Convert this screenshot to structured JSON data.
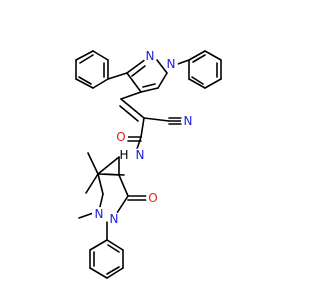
{
  "molecule": {
    "atom_labels": {
      "pyrazole_n2": "N",
      "pyrazole_n1": "N",
      "nitrile_n": "N",
      "carbonyl_o": "O",
      "amide_nh": "N",
      "amide_h": "H",
      "ring_n_methyl": "N",
      "ring_n_phenyl": "N",
      "ring_carbonyl_o": "O"
    },
    "colors": {
      "bond": "#000000",
      "nitrogen": "#2020e0",
      "oxygen": "#e02020",
      "hydrogen": "#000000"
    }
  }
}
